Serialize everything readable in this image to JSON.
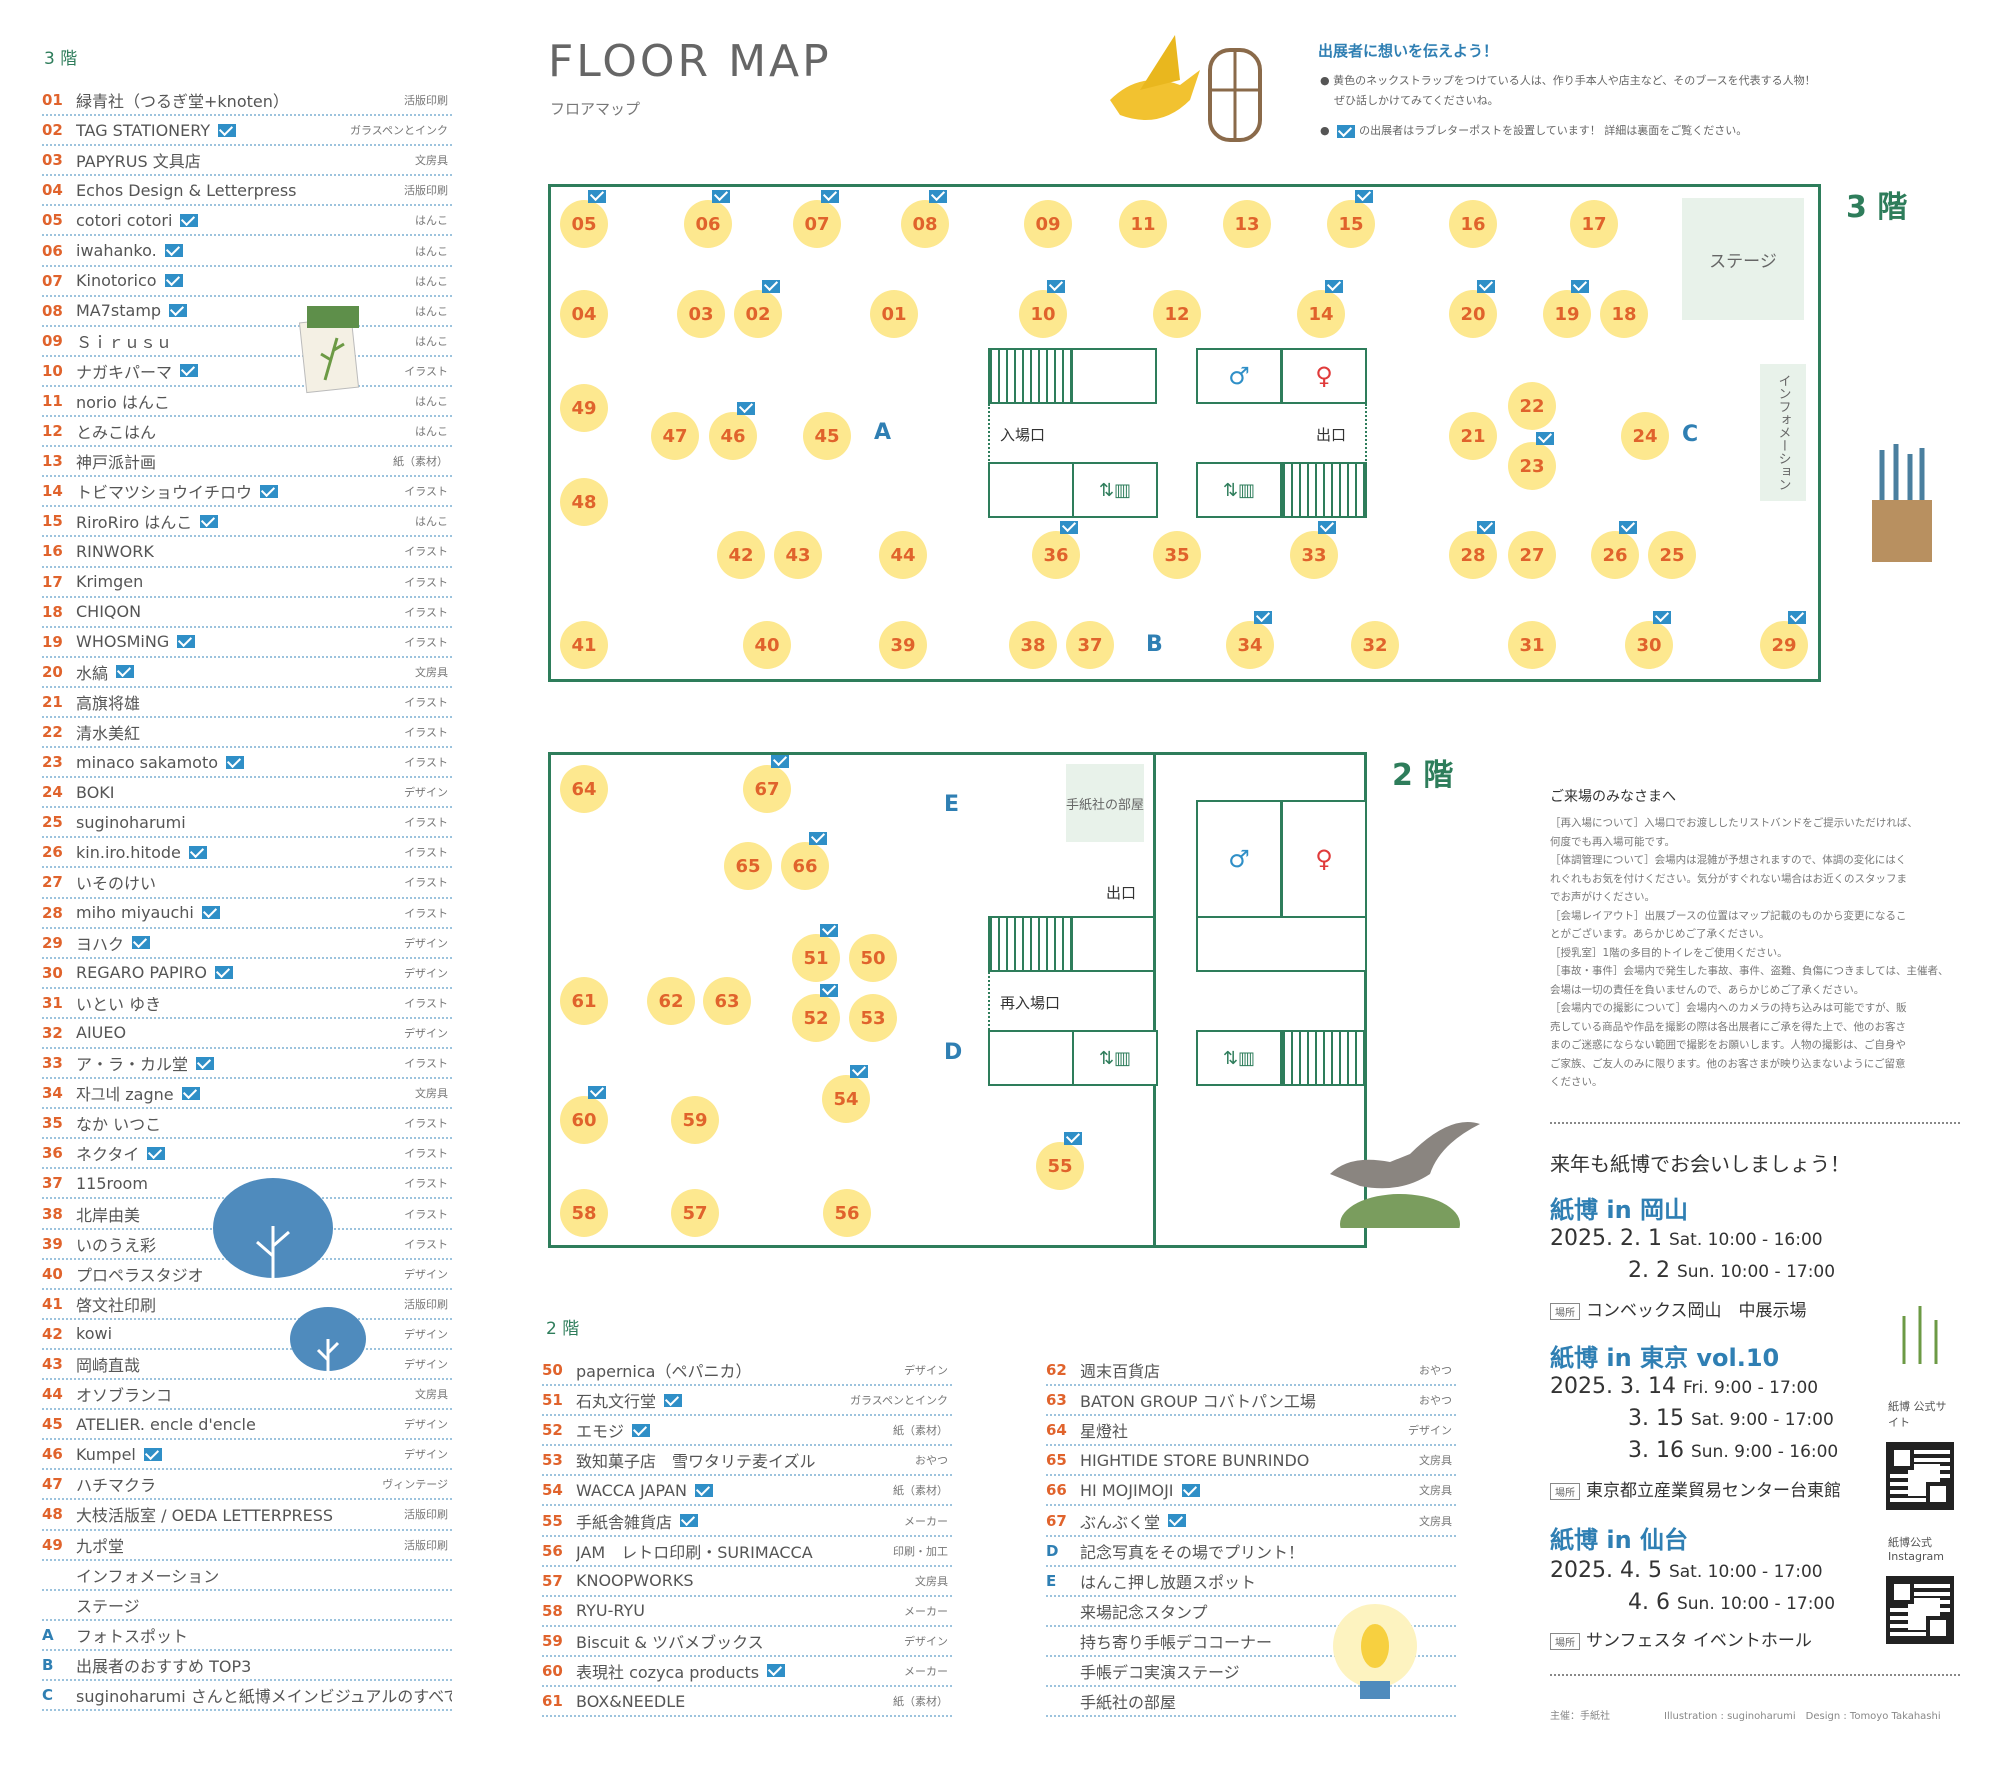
{
  "header": {
    "title": "FLOOR MAP",
    "subtitle": "フロアマップ"
  },
  "notice": {
    "heading": "出展者に想いを伝えよう！",
    "line1": "黄色のネックストラップをつけている人は、作り手本人や店主など、そのブースを代表する人物！",
    "line2": "ぜひ話しかけてみてくださいね。",
    "line3": "の出展者はラブレターポストを設置しています！ 詳細は裏面をご覧ください。"
  },
  "floor3_list": {
    "header": "3 階",
    "items": [
      {
        "num": "01",
        "name": "緑青社（つるぎ堂+knoten）",
        "cat": "活版印刷",
        "env": false
      },
      {
        "num": "02",
        "name": "TAG STATIONERY",
        "cat": "ガラスペンとインク",
        "env": true
      },
      {
        "num": "03",
        "name": "PAPYRUS 文具店",
        "cat": "文房具",
        "env": false
      },
      {
        "num": "04",
        "name": "Echos Design & Letterpress",
        "cat": "活版印刷",
        "env": false
      },
      {
        "num": "05",
        "name": "cotori cotori",
        "cat": "はんこ",
        "env": true
      },
      {
        "num": "06",
        "name": "iwahanko.",
        "cat": "はんこ",
        "env": true
      },
      {
        "num": "07",
        "name": "Kinotorico",
        "cat": "はんこ",
        "env": true
      },
      {
        "num": "08",
        "name": "MA7stamp",
        "cat": "はんこ",
        "env": true
      },
      {
        "num": "09",
        "name": "Ｓｉｒｕｓｕ",
        "cat": "はんこ",
        "env": false
      },
      {
        "num": "10",
        "name": "ナガキパーマ",
        "cat": "イラスト",
        "env": true
      },
      {
        "num": "11",
        "name": "norio はんこ",
        "cat": "はんこ",
        "env": false
      },
      {
        "num": "12",
        "name": "とみこはん",
        "cat": "はんこ",
        "env": false
      },
      {
        "num": "13",
        "name": "神戸派計画",
        "cat": "紙（素材）",
        "env": false
      },
      {
        "num": "14",
        "name": "トビマツショウイチロウ",
        "cat": "イラスト",
        "env": true
      },
      {
        "num": "15",
        "name": "RiroRiro はんこ",
        "cat": "はんこ",
        "env": true
      },
      {
        "num": "16",
        "name": "RINWORK",
        "cat": "イラスト",
        "env": false
      },
      {
        "num": "17",
        "name": "Krimgen",
        "cat": "イラスト",
        "env": false
      },
      {
        "num": "18",
        "name": "CHIQON",
        "cat": "イラスト",
        "env": false
      },
      {
        "num": "19",
        "name": "WHOSMiNG",
        "cat": "イラスト",
        "env": true
      },
      {
        "num": "20",
        "name": "水縞",
        "cat": "文房具",
        "env": true
      },
      {
        "num": "21",
        "name": "高旗将雄",
        "cat": "イラスト",
        "env": false
      },
      {
        "num": "22",
        "name": "清水美紅",
        "cat": "イラスト",
        "env": false
      },
      {
        "num": "23",
        "name": "minaco sakamoto",
        "cat": "イラスト",
        "env": true
      },
      {
        "num": "24",
        "name": "BOKI",
        "cat": "デザイン",
        "env": false
      },
      {
        "num": "25",
        "name": "suginoharumi",
        "cat": "イラスト",
        "env": false
      },
      {
        "num": "26",
        "name": "kin.iro.hitode",
        "cat": "イラスト",
        "env": true
      },
      {
        "num": "27",
        "name": "いそのけい",
        "cat": "イラスト",
        "env": false
      },
      {
        "num": "28",
        "name": "miho miyauchi",
        "cat": "イラスト",
        "env": true
      },
      {
        "num": "29",
        "name": "ヨハク",
        "cat": "デザイン",
        "env": true
      },
      {
        "num": "30",
        "name": "REGARO PAPIRO",
        "cat": "デザイン",
        "env": true
      },
      {
        "num": "31",
        "name": "いとい ゆき",
        "cat": "イラスト",
        "env": false
      },
      {
        "num": "32",
        "name": "AIUEO",
        "cat": "デザイン",
        "env": false
      },
      {
        "num": "33",
        "name": "ア・ラ・カル堂",
        "cat": "イラスト",
        "env": true
      },
      {
        "num": "34",
        "name": "자그네 zagne",
        "cat": "文房具",
        "env": true
      },
      {
        "num": "35",
        "name": "なか いつこ",
        "cat": "イラスト",
        "env": false
      },
      {
        "num": "36",
        "name": "ネクタイ",
        "cat": "イラスト",
        "env": true
      },
      {
        "num": "37",
        "name": "115room",
        "cat": "イラスト",
        "env": false
      },
      {
        "num": "38",
        "name": "北岸由美",
        "cat": "イラスト",
        "env": false
      },
      {
        "num": "39",
        "name": "いのうえ彩",
        "cat": "イラスト",
        "env": false
      },
      {
        "num": "40",
        "name": "プロペラスタジオ",
        "cat": "デザイン",
        "env": false
      },
      {
        "num": "41",
        "name": "啓文社印刷",
        "cat": "活版印刷",
        "env": false
      },
      {
        "num": "42",
        "name": "kowi",
        "cat": "デザイン",
        "env": false
      },
      {
        "num": "43",
        "name": "岡崎直哉",
        "cat": "デザイン",
        "env": false
      },
      {
        "num": "44",
        "name": "オソブランコ",
        "cat": "文房具",
        "env": false
      },
      {
        "num": "45",
        "name": "ATELIER. encle d'encle",
        "cat": "デザイン",
        "env": false
      },
      {
        "num": "46",
        "name": "Kumpel",
        "cat": "デザイン",
        "env": true
      },
      {
        "num": "47",
        "name": "ハチマクラ",
        "cat": "ヴィンテージ",
        "env": false
      },
      {
        "num": "48",
        "name": "大枝活版室 / OEDA LETTERPRESS",
        "cat": "活版印刷",
        "env": false
      },
      {
        "num": "49",
        "name": "九ポ堂",
        "cat": "活版印刷",
        "env": false
      },
      {
        "num": "",
        "name": "インフォメーション",
        "cat": "",
        "env": false
      },
      {
        "num": "",
        "name": "ステージ",
        "cat": "",
        "env": false
      },
      {
        "num": "A",
        "name": "フォトスポット",
        "cat": "",
        "env": false
      },
      {
        "num": "B",
        "name": "出展者のおすすめ TOP3",
        "cat": "",
        "env": false
      },
      {
        "num": "C",
        "name": "suginoharumi さんと紙博メインビジュアルのすべて",
        "cat": "",
        "env": false
      }
    ]
  },
  "floor3_map": {
    "label": "3 階",
    "stage": "ステージ",
    "info": "インフォメーション",
    "entrance": "入場口",
    "exit": "出口",
    "booths": [
      {
        "n": "05",
        "env": true
      },
      {
        "n": "06",
        "env": true
      },
      {
        "n": "07",
        "env": true
      },
      {
        "n": "08",
        "env": true
      },
      {
        "n": "09",
        "env": false
      },
      {
        "n": "11",
        "env": false
      },
      {
        "n": "13",
        "env": false
      },
      {
        "n": "15",
        "env": true
      },
      {
        "n": "16",
        "env": false
      },
      {
        "n": "17",
        "env": false
      },
      {
        "n": "04",
        "env": false
      },
      {
        "n": "03",
        "env": false
      },
      {
        "n": "02",
        "env": true
      },
      {
        "n": "01",
        "env": false
      },
      {
        "n": "10",
        "env": true
      },
      {
        "n": "12",
        "env": false
      },
      {
        "n": "14",
        "env": true
      },
      {
        "n": "20",
        "env": true
      },
      {
        "n": "19",
        "env": true
      },
      {
        "n": "18",
        "env": false
      },
      {
        "n": "49",
        "env": false
      },
      {
        "n": "47",
        "env": false
      },
      {
        "n": "46",
        "env": true
      },
      {
        "n": "45",
        "env": false
      },
      {
        "n": "22",
        "env": false
      },
      {
        "n": "21",
        "env": false
      },
      {
        "n": "23",
        "env": true
      },
      {
        "n": "24",
        "env": false
      },
      {
        "n": "48",
        "env": false
      },
      {
        "n": "42",
        "env": false
      },
      {
        "n": "43",
        "env": false
      },
      {
        "n": "44",
        "env": false
      },
      {
        "n": "36",
        "env": true
      },
      {
        "n": "35",
        "env": false
      },
      {
        "n": "33",
        "env": true
      },
      {
        "n": "28",
        "env": true
      },
      {
        "n": "27",
        "env": false
      },
      {
        "n": "26",
        "env": true
      },
      {
        "n": "25",
        "env": false
      },
      {
        "n": "41",
        "env": false
      },
      {
        "n": "40",
        "env": false
      },
      {
        "n": "39",
        "env": false
      },
      {
        "n": "38",
        "env": false
      },
      {
        "n": "37",
        "env": false
      },
      {
        "n": "34",
        "env": true
      },
      {
        "n": "32",
        "env": false
      },
      {
        "n": "31",
        "env": false
      },
      {
        "n": "30",
        "env": true
      },
      {
        "n": "29",
        "env": true
      }
    ],
    "zones": [
      "A",
      "B",
      "C"
    ]
  },
  "floor2_map": {
    "label": "2 階",
    "room": "手紙社の部屋",
    "exit": "出口",
    "reentry": "再入場口",
    "booths": [
      {
        "n": "64",
        "env": false
      },
      {
        "n": "67",
        "env": true
      },
      {
        "n": "65",
        "env": false
      },
      {
        "n": "66",
        "env": true
      },
      {
        "n": "51",
        "env": true
      },
      {
        "n": "50",
        "env": false
      },
      {
        "n": "61",
        "env": false
      },
      {
        "n": "62",
        "env": false
      },
      {
        "n": "63",
        "env": false
      },
      {
        "n": "52",
        "env": true
      },
      {
        "n": "53",
        "env": false
      },
      {
        "n": "54",
        "env": true
      },
      {
        "n": "60",
        "env": true
      },
      {
        "n": "59",
        "env": false
      },
      {
        "n": "55",
        "env": true
      },
      {
        "n": "58",
        "env": false
      },
      {
        "n": "57",
        "env": false
      },
      {
        "n": "56",
        "env": false
      }
    ],
    "zones": [
      "E",
      "D"
    ]
  },
  "floor2_list": {
    "header": "2 階",
    "col1": [
      {
        "num": "50",
        "name": "papernica（ペパニカ）",
        "cat": "デザイン",
        "env": false
      },
      {
        "num": "51",
        "name": "石丸文行堂",
        "cat": "ガラスペンとインク",
        "env": true
      },
      {
        "num": "52",
        "name": "エモジ",
        "cat": "紙（素材）",
        "env": true
      },
      {
        "num": "53",
        "name": "致知菓子店　雪ワタリテ麦イズル",
        "cat": "おやつ",
        "env": false
      },
      {
        "num": "54",
        "name": "WACCA JAPAN",
        "cat": "紙（素材）",
        "env": true
      },
      {
        "num": "55",
        "name": "手紙舎雑貨店",
        "cat": "メーカー",
        "env": true
      },
      {
        "num": "56",
        "name": "JAM　レトロ印刷・SURIMACCA",
        "cat": "印刷・加工",
        "env": false
      },
      {
        "num": "57",
        "name": "KNOOPWORKS",
        "cat": "文房具",
        "env": false
      },
      {
        "num": "58",
        "name": "RYU-RYU",
        "cat": "メーカー",
        "env": false
      },
      {
        "num": "59",
        "name": "Biscuit & ツバメブックス",
        "cat": "デザイン",
        "env": false
      },
      {
        "num": "60",
        "name": "表現社 cozyca products",
        "cat": "メーカー",
        "env": true
      },
      {
        "num": "61",
        "name": "BOX&NEEDLE",
        "cat": "紙（素材）",
        "env": false
      }
    ],
    "col2": [
      {
        "num": "62",
        "name": "週末百貨店",
        "cat": "おやつ",
        "env": false
      },
      {
        "num": "63",
        "name": "BATON GROUP コバトパン工場",
        "cat": "おやつ",
        "env": false
      },
      {
        "num": "64",
        "name": "星燈社",
        "cat": "デザイン",
        "env": false
      },
      {
        "num": "65",
        "name": "HIGHTIDE STORE BUNRINDO",
        "cat": "文房具",
        "env": false
      },
      {
        "num": "66",
        "name": "HI MOJIMOJI",
        "cat": "文房具",
        "env": true
      },
      {
        "num": "67",
        "name": "ぶんぶく堂",
        "cat": "文房具",
        "env": true
      },
      {
        "num": "D",
        "name": "記念写真をその場でプリント！",
        "cat": "",
        "env": false
      },
      {
        "num": "E",
        "name": "はんこ押し放題スポット",
        "cat": "",
        "env": false
      },
      {
        "num": "",
        "name": "来場記念スタンプ",
        "cat": "",
        "env": false
      },
      {
        "num": "",
        "name": "持ち寄り手帳デココーナー",
        "cat": "",
        "env": false
      },
      {
        "num": "",
        "name": "手帳デコ実演ステージ",
        "cat": "",
        "env": false
      },
      {
        "num": "",
        "name": "手紙社の部屋",
        "cat": "",
        "env": false
      }
    ]
  },
  "visitors": {
    "heading": "ご来場のみなさまへ",
    "lines": [
      "［再入場について］入場口でお渡ししたリストバンドをご提示いただければ、",
      "何度でも再入場可能です。",
      "［体調管理について］会場内は混雑が予想されますので、体調の変化にはく",
      "れぐれもお気を付けください。気分がすぐれない場合はお近くのスタッフま",
      "でお声がけください。",
      "［会場レイアウト］出展ブースの位置はマップ記載のものから変更になるこ",
      "とがございます。あらかじめご了承ください。",
      "［授乳室］1階の多目的トイレをご使用ください。",
      "［事故・事件］会場内で発生した事故、事件、盗難、負傷につきましては、主催者、",
      "会場は一切の責任を負いませんので、あらかじめご了承ください。",
      "［会場内での撮影について］会場内へのカメラの持ち込みは可能ですが、販",
      "売している商品や作品を撮影の際は各出展者にご承を得た上で、他のお客さ",
      "まのご迷惑にならない範囲で撮影をお願いします。人物の撮影は、ご自身や",
      "ご家族、ご友人のみに限ります。他のお客さまが映り込まないようにご留意",
      "ください。"
    ]
  },
  "events": {
    "next": "来年も紙博でお会いしましょう！",
    "okayama": {
      "title": "紙博 in 岡山",
      "d1": "2025. 2. 1",
      "w1": "Sat. 10:00 - 16:00",
      "d2": "2. 2",
      "w2": "Sun. 10:00 - 17:00",
      "venue_tag": "場所",
      "venue": "コンベックス岡山　中展示場"
    },
    "tokyo": {
      "title": "紙博 in 東京 vol.10",
      "d1": "2025. 3. 14",
      "w1": "Fri. 9:00 - 17:00",
      "d2": "3. 15",
      "w2": "Sat. 9:00 - 17:00",
      "d3": "3. 16",
      "w3": "Sun. 9:00 - 16:00",
      "venue_tag": "場所",
      "venue": "東京都立産業貿易センター台東館"
    },
    "sendai": {
      "title": "紙博 in 仙台",
      "d1": "2025. 4. 5",
      "w1": "Sat. 10:00 - 17:00",
      "d2": "4. 6",
      "w2": "Sun. 10:00 - 17:00",
      "venue_tag": "場所",
      "venue": "サンフェスタ イベントホール"
    },
    "qr1": "紙博 公式サイト",
    "qr2": "紙博公式 Instagram"
  },
  "footer": {
    "organizer": "主催：手紙社",
    "credit": "Illustration : suginoharumi　Design : Tomoyo Takahashi"
  },
  "colors": {
    "accent_green": "#2e7d5b",
    "number_red": "#e0632c",
    "blue": "#2f7fb3",
    "booth_yellow": "#fde88f"
  }
}
